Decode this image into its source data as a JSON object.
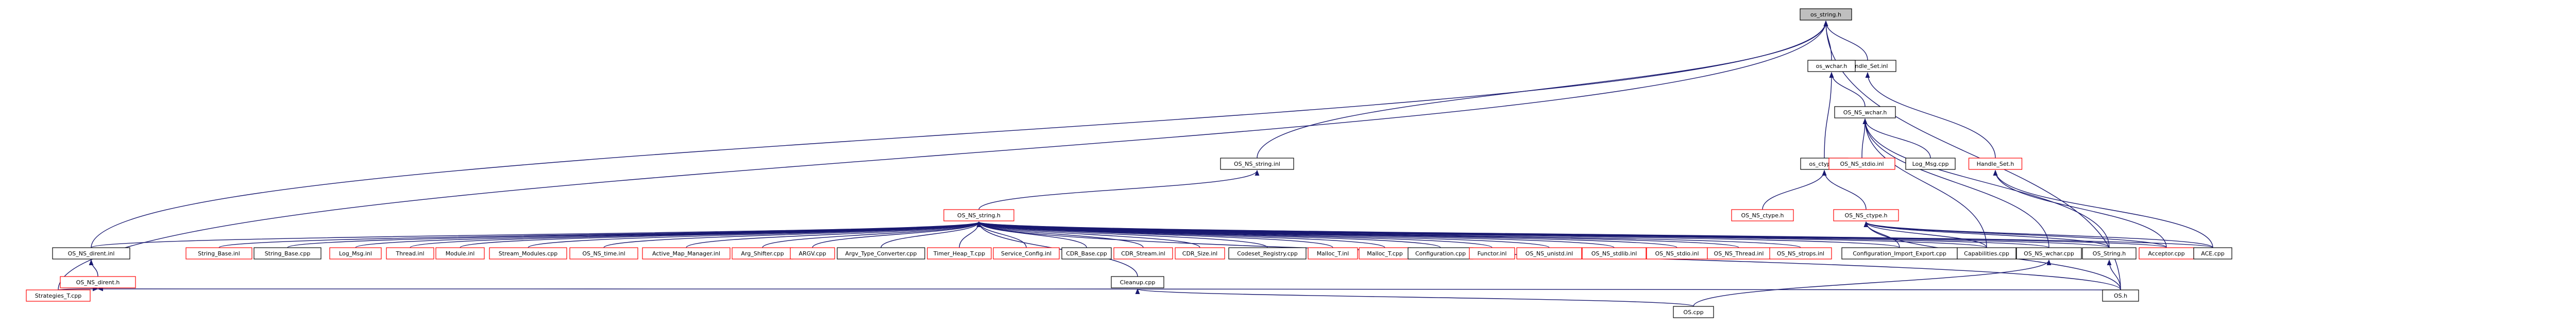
{
  "nodes": [
    {
      "id": "ace_string_h",
      "label": "os_string.h",
      "color": "gray"
    },
    {
      "id": "handle_set_inl",
      "label": "Handle_Set.inl",
      "color": "black"
    },
    {
      "id": "os_wchar_h",
      "label": "os_wchar.h",
      "color": "black"
    },
    {
      "id": "os_ns_wchar_h",
      "label": "OS_NS_wchar.h",
      "color": "black"
    },
    {
      "id": "os_ctype_h",
      "label": "os_ctype.h",
      "color": "black"
    },
    {
      "id": "os_ns_stdio_inl",
      "label": "OS_NS_stdio.inl",
      "color": "red"
    },
    {
      "id": "log_msg_cpp",
      "label": "Log_Msg.cpp",
      "color": "black"
    },
    {
      "id": "handle_set_h",
      "label": "Handle_Set.h",
      "color": "red"
    },
    {
      "id": "os_ns_string_inl",
      "label": "OS_NS_string.inl",
      "color": "black"
    },
    {
      "id": "os_ns_ctype_h",
      "label": "OS_NS_ctype.h",
      "color": "red"
    },
    {
      "id": "os_ns_string_h",
      "label": "OS_NS_string.h",
      "color": "red"
    },
    {
      "id": "os_ns_ctype_h2",
      "label": "OS_NS_ctype.h",
      "color": "red"
    },
    {
      "id": "os_ns_dirent_inl",
      "label": "OS_NS_dirent.inl",
      "color": "black"
    },
    {
      "id": "string_base_inl",
      "label": "String_Base.inl",
      "color": "red"
    },
    {
      "id": "string_base_cpp",
      "label": "String_Base.cpp",
      "color": "black"
    },
    {
      "id": "log_msg_inl",
      "label": "Log_Msg.inl",
      "color": "red"
    },
    {
      "id": "thread_inl",
      "label": "Thread.inl",
      "color": "red"
    },
    {
      "id": "module_inl",
      "label": "Module.inl",
      "color": "red"
    },
    {
      "id": "stream_modules_cpp",
      "label": "Stream_Modules.cpp",
      "color": "red"
    },
    {
      "id": "os_ns_time_inl",
      "label": "OS_NS_time.inl",
      "color": "red"
    },
    {
      "id": "active_map_manager_inl",
      "label": "Active_Map_Manager.inl",
      "color": "red"
    },
    {
      "id": "arg_shifter_cpp",
      "label": "Arg_Shifter.cpp",
      "color": "red"
    },
    {
      "id": "argv_cpp",
      "label": "ARGV.cpp",
      "color": "red"
    },
    {
      "id": "argv_type_converter_cpp",
      "label": "Argv_Type_Converter.cpp",
      "color": "black"
    },
    {
      "id": "timer_heap_t_cpp",
      "label": "Timer_Heap_T.cpp",
      "color": "red"
    },
    {
      "id": "service_config_inl",
      "label": "Service_Config.inl",
      "color": "red"
    },
    {
      "id": "cdr_base_cpp",
      "label": "CDR_Base.cpp",
      "color": "black"
    },
    {
      "id": "cdr_stream_inl",
      "label": "CDR_Stream.inl",
      "color": "red"
    },
    {
      "id": "cdr_size_inl",
      "label": "CDR_Size.inl",
      "color": "red"
    },
    {
      "id": "codeset_registry_cpp",
      "label": "Codeset_Registry.cpp",
      "color": "black"
    },
    {
      "id": "malloc_t_inl",
      "label": "Malloc_T.inl",
      "color": "red"
    },
    {
      "id": "malloc_t_cpp",
      "label": "Malloc_T.cpp",
      "color": "red"
    },
    {
      "id": "configuration_cpp",
      "label": "Configuration.cpp",
      "color": "black"
    },
    {
      "id": "functor_inl",
      "label": "Functor.inl",
      "color": "red"
    },
    {
      "id": "os_ns_unistd_inl",
      "label": "OS_NS_unistd.inl",
      "color": "red"
    },
    {
      "id": "os_ns_stdlib_inl",
      "label": "OS_NS_stdlib.inl",
      "color": "red"
    },
    {
      "id": "os_ns_stdio_inl2",
      "label": "OS_NS_stdio.inl",
      "color": "red"
    },
    {
      "id": "os_ns_thread_inl",
      "label": "OS_NS_Thread.inl",
      "color": "red"
    },
    {
      "id": "os_ns_strops_inl",
      "label": "OS_NS_strops.inl",
      "color": "red"
    },
    {
      "id": "configuration_import_export_cpp",
      "label": "Configuration_Import_Export.cpp",
      "color": "black"
    },
    {
      "id": "capabilities_cpp",
      "label": "Capabilities.cpp",
      "color": "black"
    },
    {
      "id": "os_ns_wchar_cpp",
      "label": "OS_NS_wchar.cpp",
      "color": "black"
    },
    {
      "id": "os_string_h",
      "label": "OS_String.h",
      "color": "black"
    },
    {
      "id": "acceptor_cpp",
      "label": "Acceptor.cpp",
      "color": "red"
    },
    {
      "id": "ace_cpp",
      "label": "ACE.cpp",
      "color": "black"
    },
    {
      "id": "os_ns_dirent_h",
      "label": "OS_NS_dirent.h",
      "color": "red"
    },
    {
      "id": "cleanup_cpp",
      "label": "Cleanup.cpp",
      "color": "black"
    },
    {
      "id": "strategies_t_cpp",
      "label": "Strategies_T.cpp",
      "color": "red"
    },
    {
      "id": "os_h",
      "label": "OS.h",
      "color": "black"
    },
    {
      "id": "os_cpp",
      "label": "OS.cpp",
      "color": "black"
    }
  ],
  "edges": [
    [
      "handle_set_inl",
      "ace_string_h"
    ],
    [
      "os_wchar_h",
      "ace_string_h"
    ],
    [
      "os_ns_string_inl",
      "ace_string_h"
    ],
    [
      "os_ns_dirent_inl",
      "ace_string_h"
    ],
    [
      "os_h",
      "ace_string_h"
    ],
    [
      "os_ns_wchar_h",
      "os_wchar_h"
    ],
    [
      "os_ctype_h",
      "os_wchar_h"
    ],
    [
      "os_ns_stdio_inl",
      "os_ns_wchar_h"
    ],
    [
      "log_msg_cpp",
      "os_ns_wchar_h"
    ],
    [
      "os_ns_wchar_cpp",
      "os_ns_wchar_h"
    ],
    [
      "os_string_h",
      "os_ns_wchar_h"
    ],
    [
      "capabilities_cpp",
      "os_ns_wchar_h"
    ],
    [
      "handle_set_h",
      "handle_set_inl"
    ],
    [
      "os_ns_ctype_h",
      "os_ctype_h"
    ],
    [
      "os_ns_ctype_h2",
      "os_ctype_h"
    ],
    [
      "os_ns_string_h",
      "os_ns_string_inl"
    ],
    [
      "acceptor_cpp",
      "handle_set_h"
    ],
    [
      "ace_cpp",
      "handle_set_h"
    ],
    [
      "os_ns_dirent_inl",
      "os_ns_string_h"
    ],
    [
      "string_base_inl",
      "os_ns_string_h"
    ],
    [
      "string_base_cpp",
      "os_ns_string_h"
    ],
    [
      "log_msg_inl",
      "os_ns_string_h"
    ],
    [
      "thread_inl",
      "os_ns_string_h"
    ],
    [
      "module_inl",
      "os_ns_string_h"
    ],
    [
      "stream_modules_cpp",
      "os_ns_string_h"
    ],
    [
      "os_ns_time_inl",
      "os_ns_string_h"
    ],
    [
      "active_map_manager_inl",
      "os_ns_string_h"
    ],
    [
      "arg_shifter_cpp",
      "os_ns_string_h"
    ],
    [
      "argv_cpp",
      "os_ns_string_h"
    ],
    [
      "argv_type_converter_cpp",
      "os_ns_string_h"
    ],
    [
      "timer_heap_t_cpp",
      "os_ns_string_h"
    ],
    [
      "service_config_inl",
      "os_ns_string_h"
    ],
    [
      "cdr_base_cpp",
      "os_ns_string_h"
    ],
    [
      "cdr_stream_inl",
      "os_ns_string_h"
    ],
    [
      "cdr_size_inl",
      "os_ns_string_h"
    ],
    [
      "codeset_registry_cpp",
      "os_ns_string_h"
    ],
    [
      "malloc_t_inl",
      "os_ns_string_h"
    ],
    [
      "malloc_t_cpp",
      "os_ns_string_h"
    ],
    [
      "configuration_cpp",
      "os_ns_string_h"
    ],
    [
      "functor_inl",
      "os_ns_string_h"
    ],
    [
      "os_ns_unistd_inl",
      "os_ns_string_h"
    ],
    [
      "os_ns_stdlib_inl",
      "os_ns_string_h"
    ],
    [
      "os_ns_stdio_inl2",
      "os_ns_string_h"
    ],
    [
      "os_ns_thread_inl",
      "os_ns_string_h"
    ],
    [
      "os_ns_strops_inl",
      "os_ns_string_h"
    ],
    [
      "configuration_import_export_cpp",
      "os_ns_string_h"
    ],
    [
      "capabilities_cpp",
      "os_ns_string_h"
    ],
    [
      "os_ns_wchar_cpp",
      "os_ns_string_h"
    ],
    [
      "os_string_h",
      "os_ns_string_h"
    ],
    [
      "acceptor_cpp",
      "os_ns_string_h"
    ],
    [
      "ace_cpp",
      "os_ns_string_h"
    ],
    [
      "os_h",
      "os_ns_string_h"
    ],
    [
      "cleanup_cpp",
      "os_ns_string_h"
    ],
    [
      "configuration_import_export_cpp",
      "os_ns_ctype_h2"
    ],
    [
      "capabilities_cpp",
      "os_ns_ctype_h2"
    ],
    [
      "os_string_h",
      "os_ns_ctype_h2"
    ],
    [
      "acceptor_cpp",
      "os_ns_ctype_h2"
    ],
    [
      "ace_cpp",
      "os_ns_ctype_h2"
    ],
    [
      "os_h",
      "os_ns_ctype_h2"
    ],
    [
      "os_ns_dirent_h",
      "os_ns_dirent_inl"
    ],
    [
      "strategies_t_cpp",
      "os_ns_dirent_h"
    ],
    [
      "os_h",
      "os_ns_dirent_h"
    ],
    [
      "os_cpp",
      "cleanup_cpp"
    ],
    [
      "os_cpp",
      "os_ns_wchar_cpp"
    ],
    [
      "os_h",
      "os_string_h"
    ],
    [
      "strategies_t_cpp",
      "ace_string_h"
    ]
  ]
}
